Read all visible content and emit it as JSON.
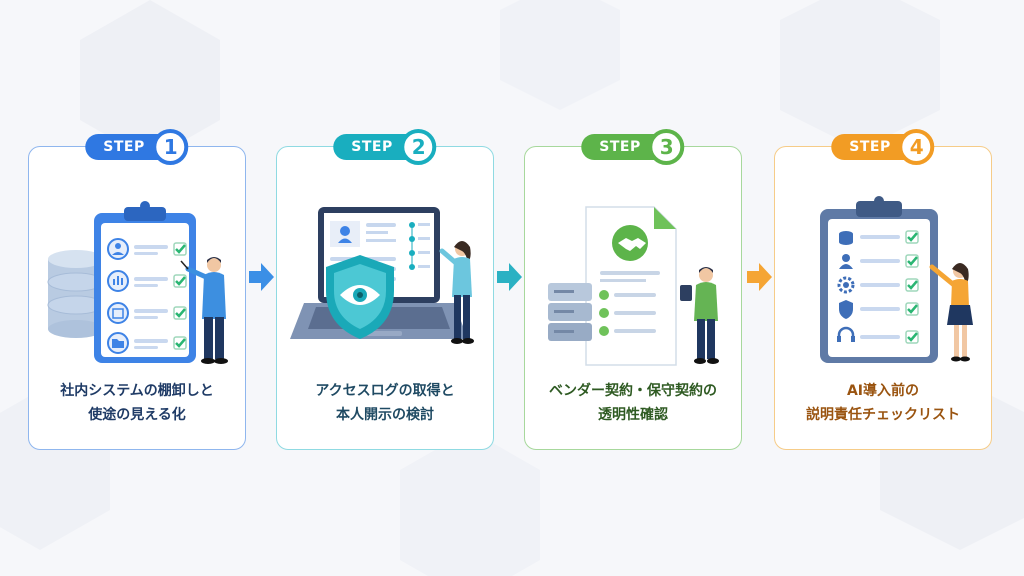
{
  "steps": [
    {
      "badge": "STEP",
      "number": "1",
      "line1": "社内システムの棚卸しと",
      "line2": "使途の見える化",
      "color": "#2f78e2",
      "border": "#8fb6ee",
      "text_color": "#1f3b66"
    },
    {
      "badge": "STEP",
      "number": "2",
      "line1": "アクセスログの取得と",
      "line2": "本人開示の検討",
      "color": "#19aebf",
      "border": "#8fdae2",
      "text_color": "#1f4a63"
    },
    {
      "badge": "STEP",
      "number": "3",
      "line1": "ベンダー契約・保守契約の",
      "line2": "透明性確認",
      "color": "#5db44a",
      "border": "#a7d89c",
      "text_color": "#2e5a22"
    },
    {
      "badge": "STEP",
      "number": "4",
      "line1": "AI導入前の",
      "line2": "説明責任チェックリスト",
      "color": "#f29c24",
      "border": "#f6cc88",
      "text_color": "#9a5410"
    }
  ],
  "icons": {
    "step1": [
      "clipboard-icon",
      "database-icon",
      "person-icon",
      "chart-icon",
      "calendar-icon",
      "folder-icon",
      "checkmark-icon"
    ],
    "step2": [
      "laptop-icon",
      "profile-icon",
      "shield-eye-icon"
    ],
    "step3": [
      "contract-document-icon",
      "handshake-icon",
      "server-icon",
      "tablet-icon"
    ],
    "step4": [
      "clipboard-icon",
      "database-icon",
      "person-icon",
      "gear-icon",
      "shield-icon",
      "headset-icon",
      "checkmark-icon"
    ]
  }
}
